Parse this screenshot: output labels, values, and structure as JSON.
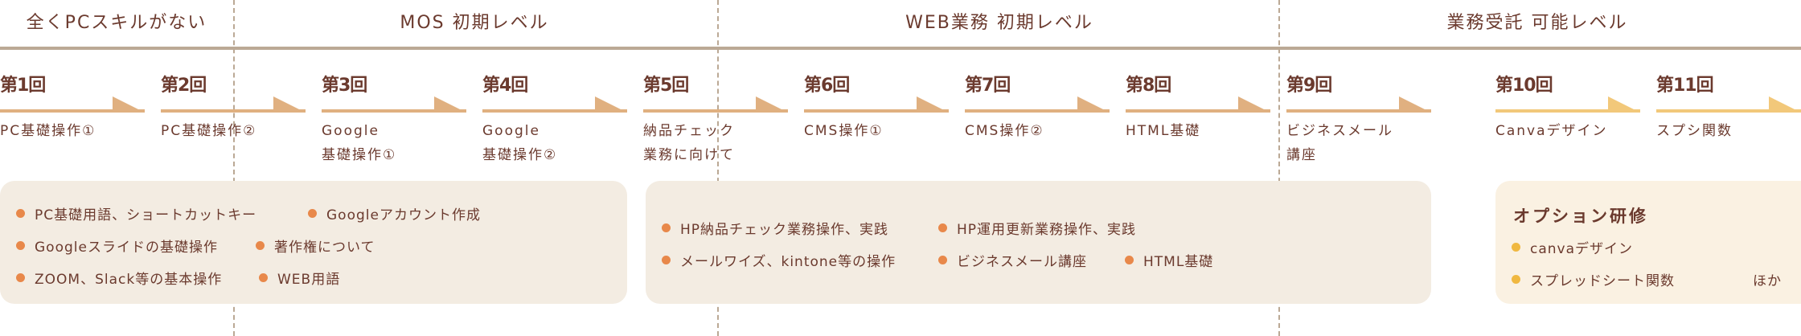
{
  "levels": [
    {
      "label": "全くPCスキルがない"
    },
    {
      "label": "MOS 初期レベル"
    },
    {
      "label": "WEB業務 初期レベル"
    },
    {
      "label": "業務受託 可能レベル"
    }
  ],
  "steps": [
    {
      "num": "第1回",
      "desc": "PC基礎操作①"
    },
    {
      "num": "第2回",
      "desc": "PC基礎操作②"
    },
    {
      "num": "第3回",
      "desc": "Google\n基礎操作①"
    },
    {
      "num": "第4回",
      "desc": "Google\n基礎操作②"
    },
    {
      "num": "第5回",
      "desc": "納品チェック\n業務に向けて"
    },
    {
      "num": "第6回",
      "desc": "CMS操作①"
    },
    {
      "num": "第7回",
      "desc": "CMS操作②"
    },
    {
      "num": "第8回",
      "desc": "HTML基礎"
    },
    {
      "num": "第9回",
      "desc": "ビジネスメール\n講座"
    },
    {
      "num": "第10回",
      "desc": "Canvaデザイン"
    },
    {
      "num": "第11回",
      "desc": "スプシ関数"
    }
  ],
  "box1": [
    "PC基礎用語、ショートカットキー",
    "Googleアカウント作成",
    "Googleスライドの基礎操作",
    "著作権について",
    "ZOOM、Slack等の基本操作",
    "WEB用語"
  ],
  "box2": [
    "HP納品チェック業務操作、実践",
    "HP運用更新業務操作、実践",
    "メールワイズ、kintone等の操作",
    "ビジネスメール講座",
    "HTML基礎"
  ],
  "box3": {
    "title": "オプション研修",
    "items": [
      "canvaデザイン",
      "スプレッドシート関数"
    ],
    "note": "ほか"
  },
  "colors": {
    "text": "#6b3a2e",
    "arrow": "#e0b080",
    "arrow_option": "#f2c87a",
    "bullet": "#e8884a",
    "bullet_option": "#f0b840"
  }
}
